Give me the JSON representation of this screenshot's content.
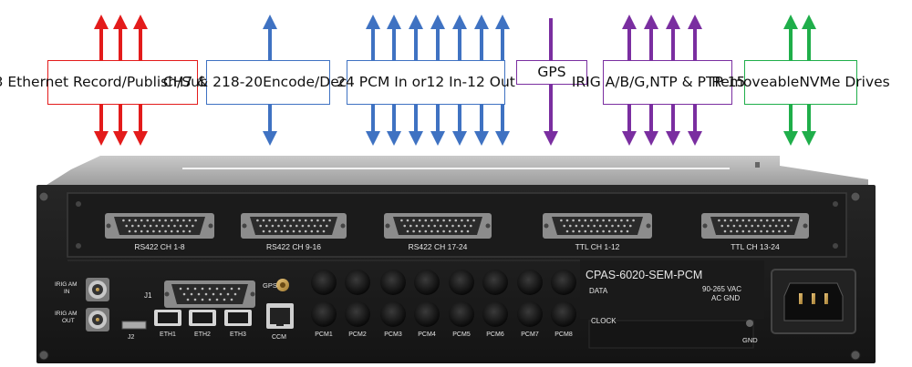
{
  "labels": [
    {
      "lines": [
        "3 Ethernet Record/",
        "Publish/Subscribe"
      ],
      "color": "#e31b1b"
    },
    {
      "lines": [
        "CH7 & 218-20",
        "Encode/Decode"
      ],
      "color": "#3f72c2"
    },
    {
      "lines": [
        "24 PCM In or",
        "12 In-12 Out"
      ],
      "color": "#3f72c2"
    },
    {
      "lines": [
        "GPS"
      ],
      "color": "#7a2ea0"
    },
    {
      "lines": [
        "IRIG A/B/G,",
        "NTP & PTP 1588"
      ],
      "color": "#7a2ea0"
    },
    {
      "lines": [
        "Removeable",
        "NVMe Drives"
      ],
      "color": "#1fae4a"
    }
  ],
  "panel": {
    "model": "CPAS-6020-SEM-PCM",
    "data_label": "DATA",
    "clock_label": "CLOCK",
    "power_label_1": "90-265 VAC",
    "power_label_2": "AC GND",
    "gnd_label": "GND",
    "irig_in_1": "IRIG AM",
    "irig_in_2": "IN",
    "irig_out_1": "IRIG AM",
    "irig_out_2": "OUT",
    "j1": "J1",
    "j2": "J2",
    "gps": "GPS",
    "ccm": "CCM",
    "eth": [
      "ETH1",
      "ETH2",
      "ETH3"
    ],
    "dsub": [
      "RS422 CH 1-8",
      "RS422 CH 9-16",
      "RS422 CH 17-24",
      "TTL CH 1-12",
      "TTL CH 13-24"
    ],
    "pcm": [
      "PCM1",
      "PCM2",
      "PCM3",
      "PCM4",
      "PCM5",
      "PCM6",
      "PCM7",
      "PCM8"
    ]
  },
  "colors": {
    "red": "#e31b1b",
    "blue": "#3f72c2",
    "purple": "#7a2ea0",
    "green": "#1fae4a"
  }
}
